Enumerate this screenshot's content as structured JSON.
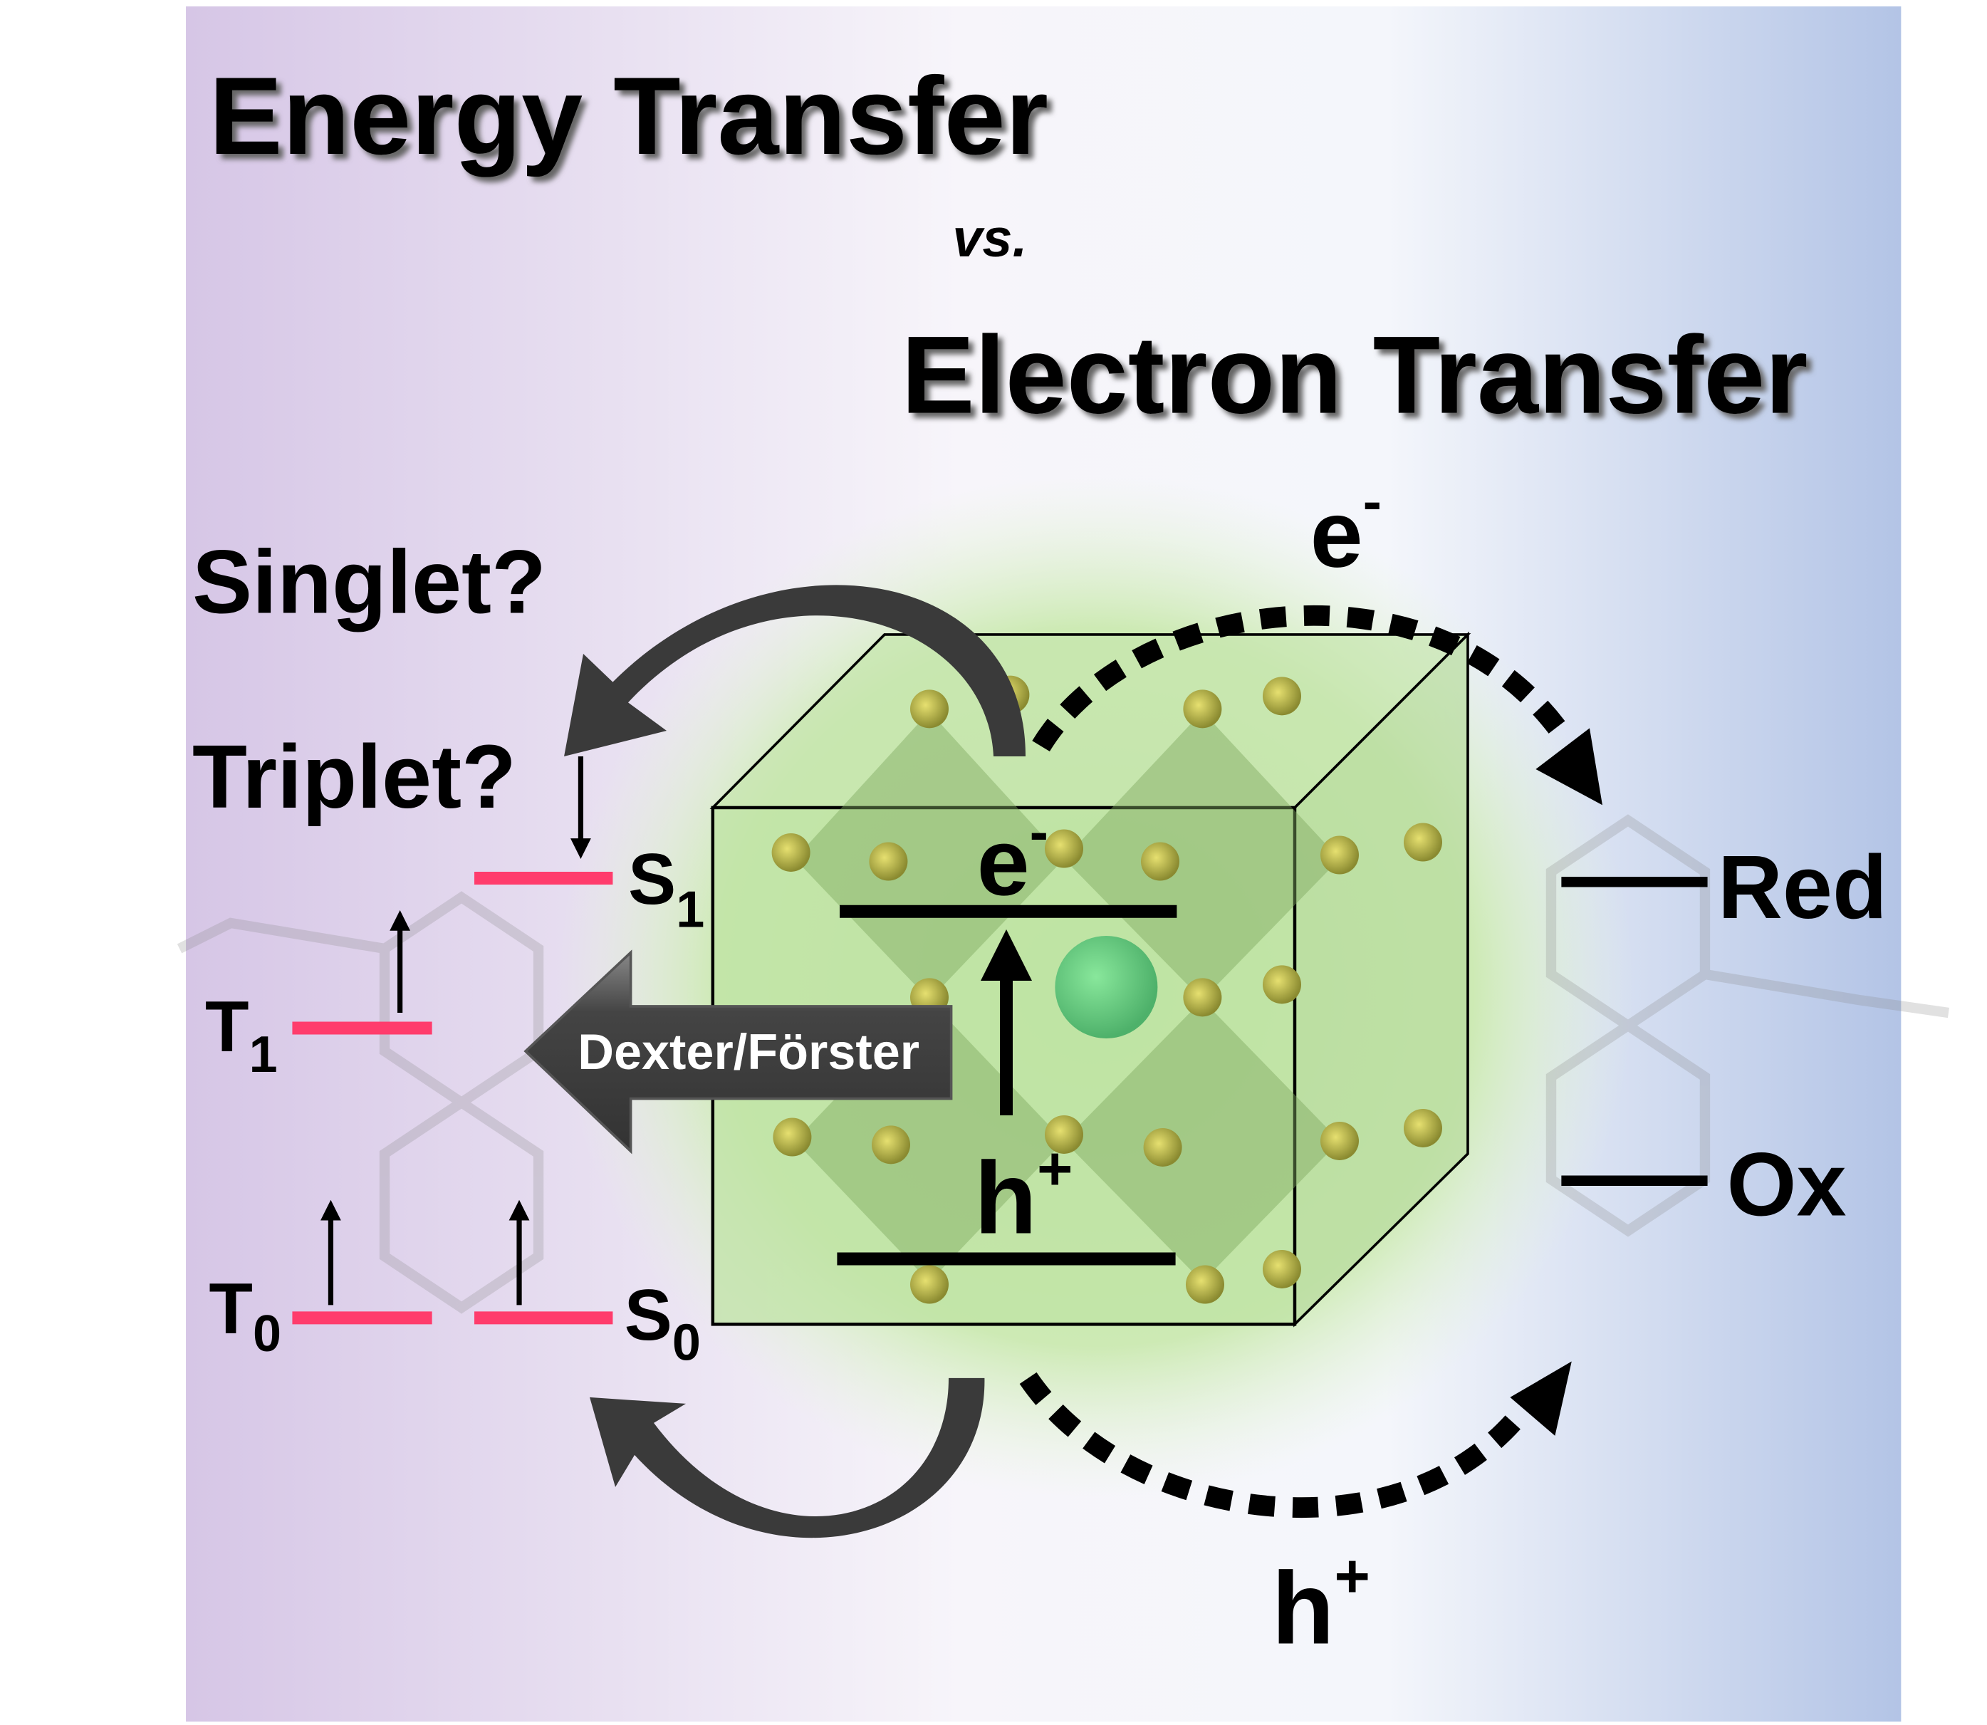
{
  "title_energy": "Energy Transfer",
  "vs": "vs.",
  "title_electron": "Electron Transfer",
  "question_singlet": "Singlet?",
  "question_triplet": "Triplet?",
  "levels": {
    "s1": {
      "main": "S",
      "sub": "1"
    },
    "t1": {
      "main": "T",
      "sub": "1"
    },
    "t0": {
      "main": "T",
      "sub": "0"
    },
    "s0": {
      "main": "S",
      "sub": "0"
    }
  },
  "mechanism_label": "Dexter/Förster",
  "cube": {
    "electron": "e",
    "electron_sup": "-",
    "hole": "h",
    "hole_sup": "+"
  },
  "transfer": {
    "electron": "e",
    "electron_sup": "-",
    "hole": "h",
    "hole_sup": "+"
  },
  "redox": {
    "red": "Red",
    "ox": "Ox"
  },
  "colors": {
    "level": "#ff3c6c",
    "arrow_dark": "#3a3a3a",
    "glow": "#9fd87a"
  }
}
